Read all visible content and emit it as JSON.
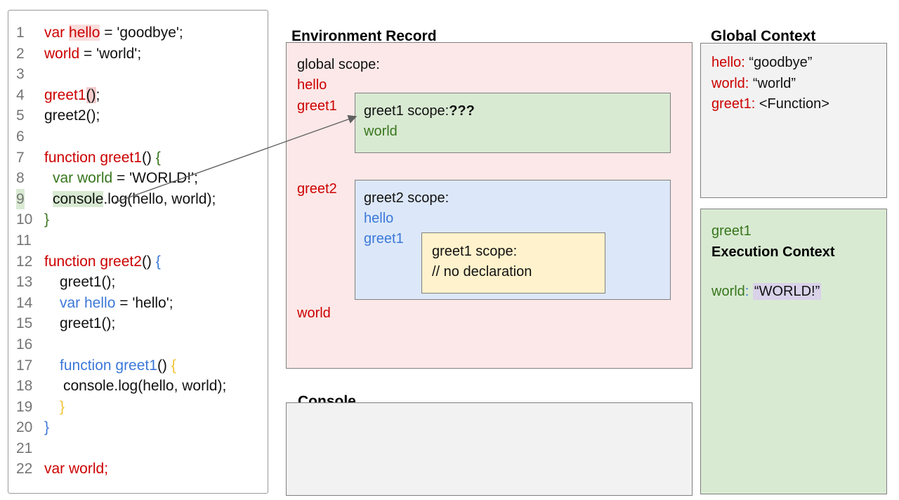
{
  "code_panel": {
    "lines": [
      {
        "n": "1",
        "indent": 0,
        "tokens": [
          {
            "t": "var ",
            "c": "red"
          },
          {
            "t": "hello",
            "c": "red",
            "hl": "pinklight"
          },
          {
            "t": " = 'goodbye';",
            "c": "blk"
          }
        ]
      },
      {
        "n": "2",
        "indent": 0,
        "tokens": [
          {
            "t": "world",
            "c": "red"
          },
          {
            "t": " = 'world';",
            "c": "blk"
          }
        ]
      },
      {
        "n": "3",
        "indent": 0,
        "tokens": []
      },
      {
        "n": "4",
        "indent": 0,
        "tokens": [
          {
            "t": "greet1",
            "c": "red"
          },
          {
            "t": "()",
            "c": "blk",
            "hl": "pink"
          },
          {
            "t": ";",
            "c": "blk"
          }
        ]
      },
      {
        "n": "5",
        "indent": 0,
        "tokens": [
          {
            "t": "greet2();",
            "c": "blk"
          }
        ]
      },
      {
        "n": "6",
        "indent": 0,
        "tokens": []
      },
      {
        "n": "7",
        "indent": 0,
        "tokens": [
          {
            "t": "function greet1",
            "c": "red"
          },
          {
            "t": "() ",
            "c": "blk"
          },
          {
            "t": "{",
            "c": "grn"
          }
        ]
      },
      {
        "n": "8",
        "indent": 12,
        "tokens": [
          {
            "t": "var world",
            "c": "grn"
          },
          {
            "t": " = 'WORLD!';",
            "c": "blk"
          }
        ]
      },
      {
        "n": "9",
        "indent": 12,
        "num_hl": "green",
        "tokens": [
          {
            "t": "console",
            "c": "blk",
            "hl": "green"
          },
          {
            "t": ".log(hello, world);",
            "c": "blk"
          }
        ]
      },
      {
        "n": "10",
        "indent": 0,
        "tokens": [
          {
            "t": "}",
            "c": "grn"
          }
        ]
      },
      {
        "n": "11",
        "indent": 0,
        "tokens": []
      },
      {
        "n": "12",
        "indent": 0,
        "tokens": [
          {
            "t": "function greet2",
            "c": "red"
          },
          {
            "t": "() ",
            "c": "blk"
          },
          {
            "t": "{",
            "c": "blu"
          }
        ]
      },
      {
        "n": "13",
        "indent": 22,
        "tokens": [
          {
            "t": "greet1();",
            "c": "blk"
          }
        ]
      },
      {
        "n": "14",
        "indent": 22,
        "tokens": [
          {
            "t": "var hello",
            "c": "blu"
          },
          {
            "t": " = 'hello';",
            "c": "blk"
          }
        ]
      },
      {
        "n": "15",
        "indent": 22,
        "tokens": [
          {
            "t": "greet1();",
            "c": "blk"
          }
        ]
      },
      {
        "n": "16",
        "indent": 0,
        "tokens": []
      },
      {
        "n": "17",
        "indent": 22,
        "tokens": [
          {
            "t": "function greet1",
            "c": "blu"
          },
          {
            "t": "() ",
            "c": "blk"
          },
          {
            "t": "{",
            "c": "gold"
          }
        ]
      },
      {
        "n": "18",
        "indent": 27,
        "tokens": [
          {
            "t": "console.log(hello, world);",
            "c": "blk"
          }
        ]
      },
      {
        "n": "19",
        "indent": 22,
        "tokens": [
          {
            "t": "}",
            "c": "gold"
          }
        ]
      },
      {
        "n": "20",
        "indent": 0,
        "tokens": [
          {
            "t": "}",
            "c": "blu"
          }
        ]
      },
      {
        "n": "21",
        "indent": 0,
        "tokens": []
      },
      {
        "n": "22",
        "indent": 0,
        "tokens": [
          {
            "t": "var world;",
            "c": "red"
          }
        ]
      }
    ]
  },
  "env": {
    "title": "Environment Record",
    "global_scope_label": "global scope:",
    "hello_label": "hello",
    "greet1_label": "greet1",
    "greet2_label": "greet2",
    "world_label": "world",
    "greet1_scope": {
      "title": "greet1 scope:",
      "question": "???",
      "var1": "world"
    },
    "greet2_scope": {
      "title": "greet2 scope:",
      "var1": "hello",
      "var2": "greet1"
    },
    "inner_greet1_scope": {
      "title": "greet1 scope:",
      "comment": "// no declaration"
    }
  },
  "console_panel": {
    "title": "Console"
  },
  "global_context": {
    "title": "Global Context",
    "entries": [
      {
        "name": "hello:",
        "value": "“goodbye”"
      },
      {
        "name": "world:",
        "value": "“world”"
      },
      {
        "name": "greet1:",
        "value": "<Function>"
      }
    ]
  },
  "execution_context": {
    "fn_name": "greet1",
    "title": "Execution Context",
    "var_name": "world",
    "colon": ":",
    "value": "“WORLD!”"
  },
  "colors": {
    "red_text": "#cc0000",
    "green_text": "#38761d",
    "blue_text": "#3c78d8",
    "gold_text": "#f1c232",
    "pink_box": "#fce8e8",
    "green_box": "#d9ead3",
    "blue_box": "#dce8f9",
    "yellow_box": "#fff2cc",
    "gray_box": "#f2f2f2",
    "lavender_highlight": "#d9d2e9",
    "pink_highlight": "#f4cccc",
    "green_highlight": "#d9ead3"
  }
}
